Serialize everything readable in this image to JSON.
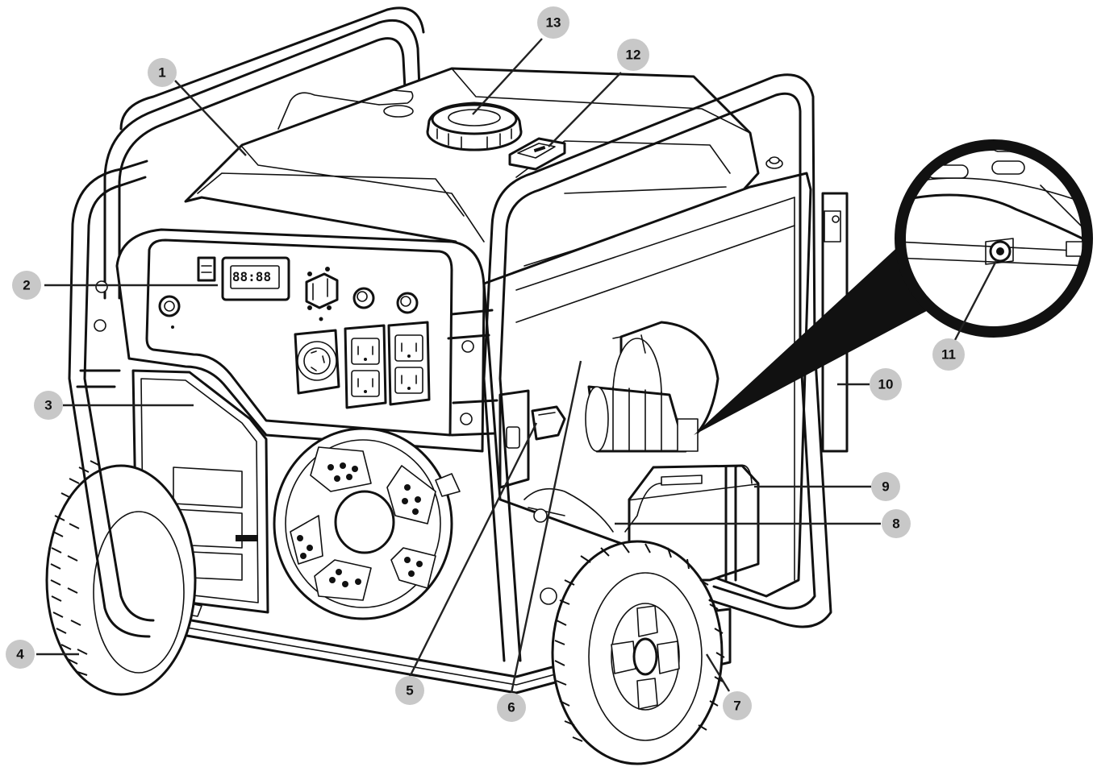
{
  "callouts": [
    {
      "id": 1,
      "label": "1"
    },
    {
      "id": 2,
      "label": "2"
    },
    {
      "id": 3,
      "label": "3"
    },
    {
      "id": 4,
      "label": "4"
    },
    {
      "id": 5,
      "label": "5"
    },
    {
      "id": 6,
      "label": "6"
    },
    {
      "id": 7,
      "label": "7"
    },
    {
      "id": 8,
      "label": "8"
    },
    {
      "id": 9,
      "label": "9"
    },
    {
      "id": 10,
      "label": "10"
    },
    {
      "id": 11,
      "label": "11"
    },
    {
      "id": 12,
      "label": "12"
    },
    {
      "id": 13,
      "label": "13"
    }
  ],
  "meter_display": "88:88",
  "colors": {
    "line": "#111111",
    "callout_fill": "#c8c8c8",
    "background": "#ffffff"
  }
}
